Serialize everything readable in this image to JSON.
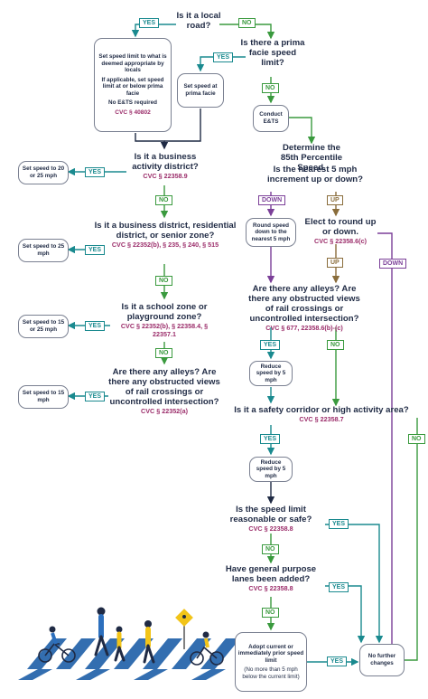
{
  "decisions": {
    "local_road": {
      "text": "Is it a local road?"
    },
    "prima_facie": {
      "text": "Is there a prima facie speed limit?"
    },
    "business_activity": {
      "text": "Is it a business activity district?",
      "code": "CVC § 22358.9"
    },
    "business_residential_senior": {
      "text": "Is it a business district, residential district, or senior zone?",
      "code": "CVC § 22352(b), § 235, § 240, § 515"
    },
    "school_zone": {
      "text": "Is it a school zone or playground zone?",
      "code": "CVC § 22352(b), § 22358.4, § 22357.1"
    },
    "alleys_left": {
      "text": "Are there any alleys? Are there any obstructed views of rail crossings or uncontrolled intersection?",
      "code": "CVC § 22352(a)"
    },
    "determine_85th": {
      "text": "Determine the 85th Percentile Speed."
    },
    "nearest_5mph": {
      "text": "Is the nearest 5 mph increment up or down?"
    },
    "elect_round_up": {
      "text": "Elect to round up or down.",
      "code": "CVC § 22358.6(c)"
    },
    "alleys_right": {
      "text": "Are there any alleys? Are there any obstructed views of rail crossings or uncontrolled intersection?",
      "code": "CVC § 677, 22358.6(b)-(c)"
    },
    "safety_corridor": {
      "text": "Is it a safety corridor or high activity area?",
      "code": "CVC § 22358.7"
    },
    "reasonable_safe": {
      "text": "Is the speed limit reasonable or safe?",
      "code": "CVC § 22358.8"
    },
    "general_lanes": {
      "text": "Have general purpose lanes been added?",
      "code": "CVC § 22358.8"
    }
  },
  "boxes": {
    "set_locals": {
      "line1": "Set speed limit to what is deemed appropriate by locals",
      "line2": "If applicable, set speed limit at or below prima facie",
      "line3": "No E&TS required",
      "code": "CVC § 40802"
    },
    "set_prima_facie": "Set speed at prima facie",
    "conduct_ets": "Conduct E&TS",
    "set_20_25": "Set speed to 20 or 25 mph",
    "set_25": "Set speed to 25 mph",
    "set_15_25": "Set speed to 15 or 25 mph",
    "set_15": "Set speed to 15 mph",
    "round_down": "Round speed down to the nearest 5 mph",
    "reduce_1": "Reduce speed by 5 mph",
    "reduce_2": "Reduce speed by 5 mph",
    "adopt": {
      "line1": "Adopt current or immediately prior speed limit",
      "line2": "(No more than 5 mph below the current limit)"
    },
    "no_further": "No further changes"
  },
  "labels": {
    "yes": "YES",
    "no": "NO",
    "up": "UP",
    "down": "DOWN"
  },
  "colors": {
    "navy": "#1f2a44",
    "code_magenta": "#9b2d6a",
    "yes_teal": "#1a8a8f",
    "no_green": "#3a9a3e",
    "down_purple": "#7b3f98",
    "up_brown": "#8a6d3b",
    "crosswalk_blue": "#1e5fa8",
    "ped_yellow": "#f2c418"
  }
}
